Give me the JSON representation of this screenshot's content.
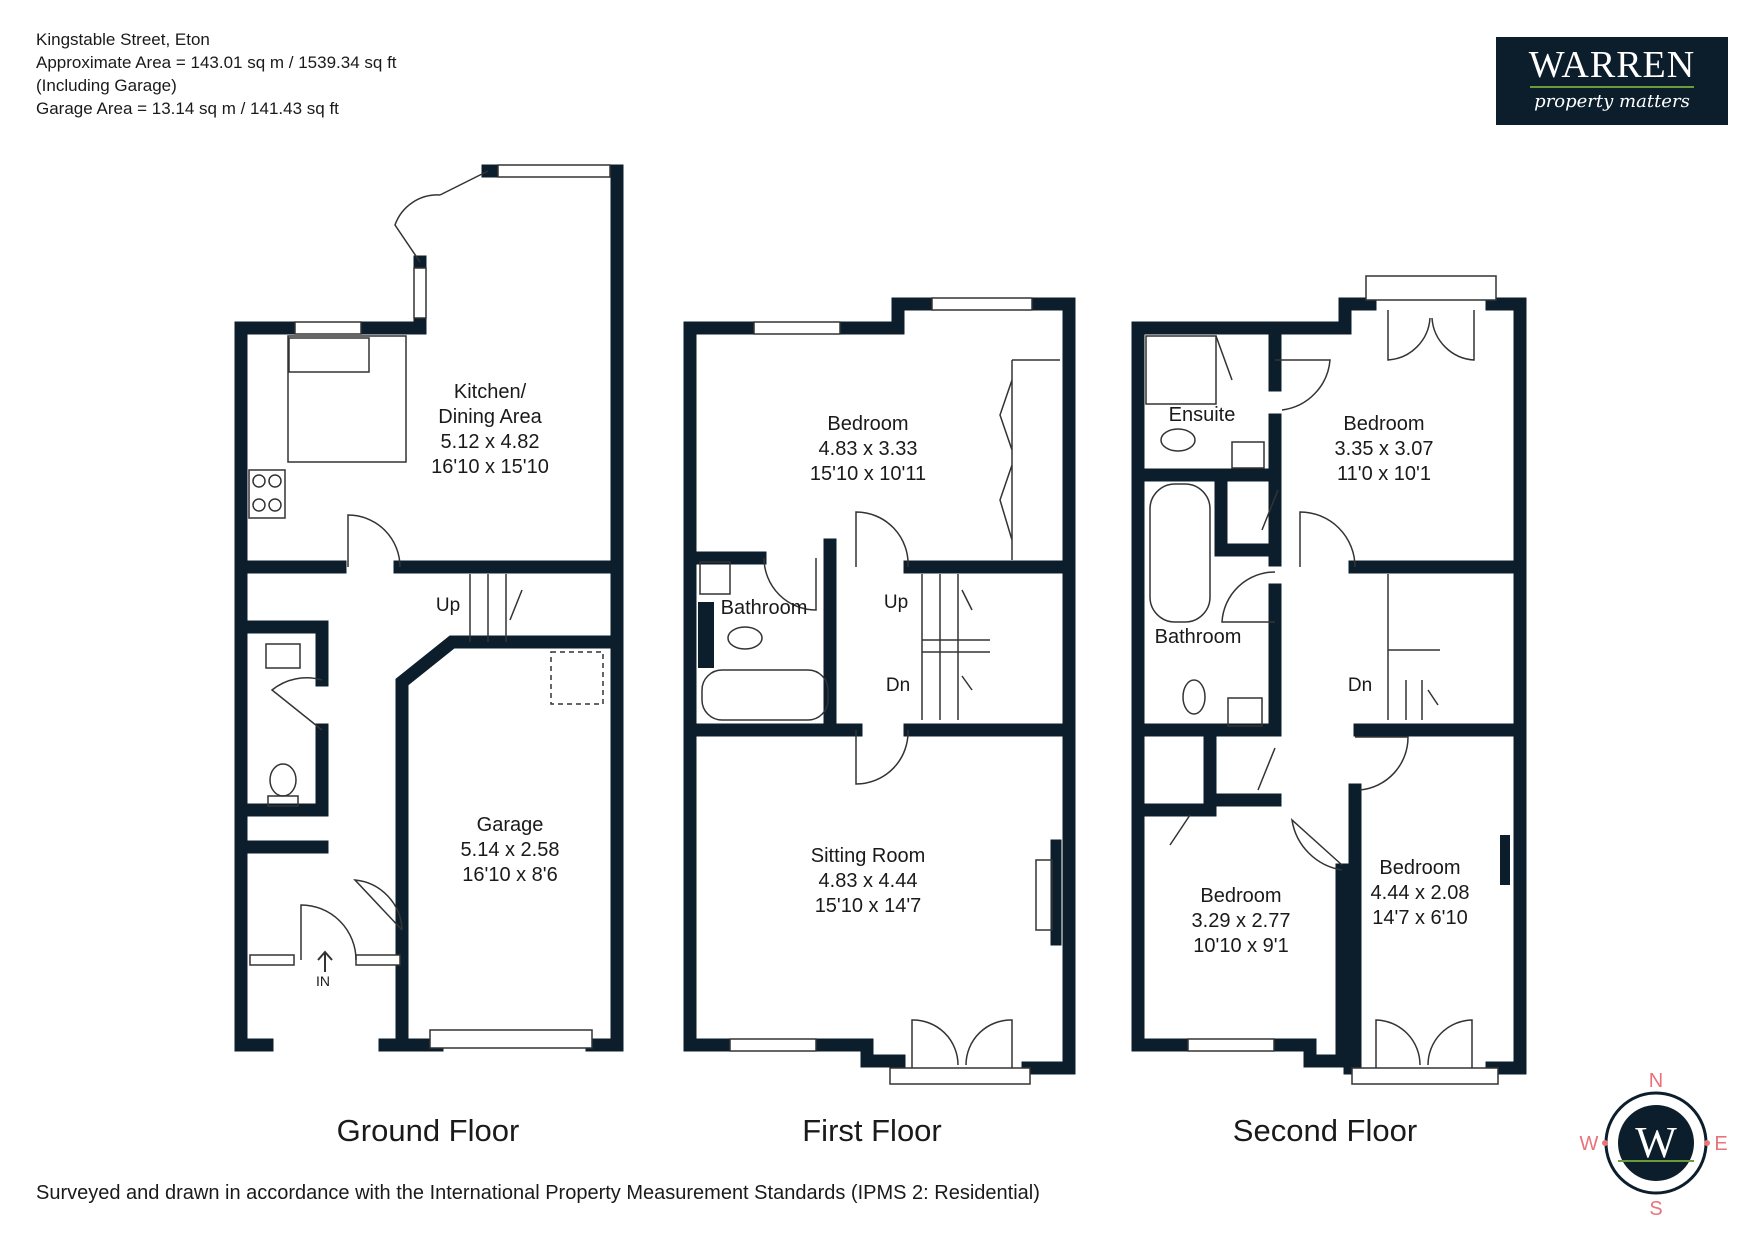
{
  "header": {
    "address": "Kingstable Street, Eton",
    "area": "Approximate Area = 143.01 sq m / 1539.34 sq ft",
    "including": "(Including Garage)",
    "garage_area": "Garage Area = 13.14 sq m / 141.43 sq ft"
  },
  "logo": {
    "name": "WARREN",
    "tagline": "property matters"
  },
  "floors": {
    "ground": {
      "title": "Ground Floor",
      "kitchen": {
        "name1": "Kitchen/",
        "name2": "Dining Area",
        "metric": "5.12 x 4.82",
        "imperial": "16'10 x 15'10"
      },
      "garage": {
        "name": "Garage",
        "metric": "5.14 x 2.58",
        "imperial": "16'10 x 8'6"
      },
      "stairs_up": "Up",
      "entrance": "IN"
    },
    "first": {
      "title": "First Floor",
      "bedroom": {
        "name": "Bedroom",
        "metric": "4.83 x 3.33",
        "imperial": "15'10 x 10'11"
      },
      "bathroom": {
        "name": "Bathroom"
      },
      "sitting": {
        "name": "Sitting Room",
        "metric": "4.83 x 4.44",
        "imperial": "15'10 x 14'7"
      },
      "stairs_up": "Up",
      "stairs_down": "Dn"
    },
    "second": {
      "title": "Second Floor",
      "ensuite": {
        "name": "Ensuite"
      },
      "bedroom1": {
        "name": "Bedroom",
        "metric": "3.35 x 3.07",
        "imperial": "11'0 x 10'1"
      },
      "bathroom": {
        "name": "Bathroom"
      },
      "bedroom2": {
        "name": "Bedroom",
        "metric": "3.29 x 2.77",
        "imperial": "10'10 x 9'1"
      },
      "bedroom3": {
        "name": "Bedroom",
        "metric": "4.44 x 2.08",
        "imperial": "14'7 x 6'10"
      },
      "stairs_down": "Dn"
    }
  },
  "footer": "Surveyed and drawn in accordance with the International Property Measurement Standards (IPMS 2: Residential)",
  "compass": {
    "n": "N",
    "s": "S",
    "e": "E",
    "w": "W",
    "center": "W"
  },
  "colors": {
    "wall": "#0c1e2c",
    "logo_bg": "#0c1e2c",
    "accent_green": "#6a9b3a",
    "compass_letter": "#e8737a"
  }
}
